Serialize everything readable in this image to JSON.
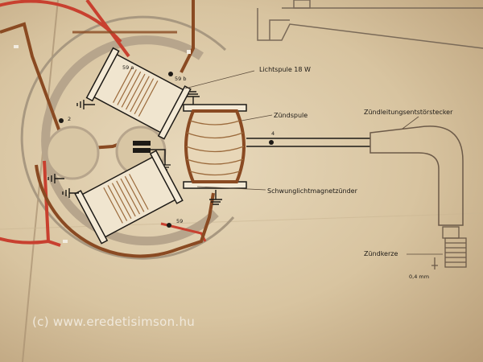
{
  "labels": {
    "lichtspule": "Lichtspule  18 W",
    "zuendspule": "Zündspule",
    "zuendleitung": "Zündleitungsentstörstecker",
    "schwung": "Schwunglichtmagnetzünder",
    "zuendkerze": "Zündkerze",
    "gap": "0,4 mm"
  },
  "terminals": {
    "t59a": "59 a",
    "t59b": "59 b",
    "t59": "59",
    "t2": "2",
    "t4": "4"
  },
  "watermark": "(c) www.eredetisimson.hu",
  "colors": {
    "paper": "#e2d2b2",
    "brown_wire": "#8a4a22",
    "red_wire": "#c8402f",
    "stator": "#b7a58c",
    "coil": "#9b6a3c",
    "ink": "#1d1a16"
  }
}
